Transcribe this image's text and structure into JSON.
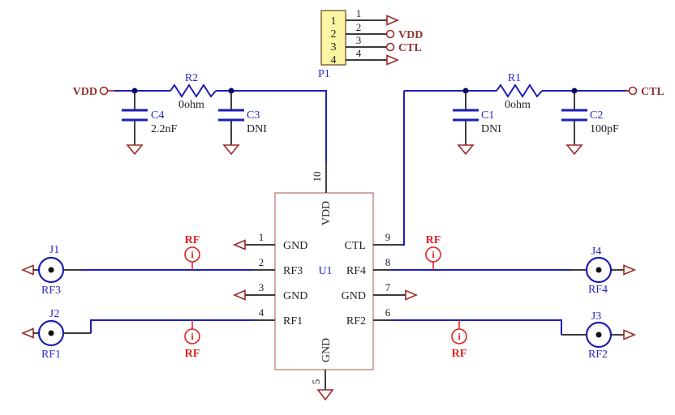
{
  "colors": {
    "wire_blue": "#1e1eb4",
    "label_blue": "#2828c8",
    "junction_navy": "#000078",
    "dark_red": "#8f3333",
    "symbol_red": "#9c2b2b",
    "bright_red": "#e11e1e",
    "ic_border": "#b97c7c",
    "p1_fill": "#fbf6a4",
    "p1_border": "#7c5a32",
    "black": "#1f1f1f"
  },
  "p1": {
    "ref": "P1",
    "vdd": "VDD",
    "ctl": "CTL",
    "rows": [
      {
        "pin": "1",
        "wire": "1"
      },
      {
        "pin": "2",
        "wire": "2"
      },
      {
        "pin": "3",
        "wire": "3"
      },
      {
        "pin": "4",
        "wire": "4"
      }
    ]
  },
  "vdd_rail": {
    "port": "VDD",
    "c4_ref": "C4",
    "c4_val": "2.2nF",
    "r2_ref": "R2",
    "r2_val": "0ohm",
    "c3_ref": "C3",
    "c3_val": "DNI"
  },
  "ctl_rail": {
    "port": "CTL",
    "c1_ref": "C1",
    "c1_val": "DNI",
    "r1_ref": "R1",
    "r1_val": "0ohm",
    "c2_ref": "C2",
    "c2_val": "100pF"
  },
  "u1": {
    "ref": "U1",
    "top_pin": {
      "num": "10",
      "name": "VDD"
    },
    "bottom_pin": {
      "num": "5",
      "name": "GND"
    },
    "left_pins": [
      {
        "num": "1",
        "name": "GND"
      },
      {
        "num": "2",
        "name": "RF3"
      },
      {
        "num": "3",
        "name": "GND"
      },
      {
        "num": "4",
        "name": "RF1"
      }
    ],
    "right_pins": [
      {
        "num": "9",
        "name": "CTL"
      },
      {
        "num": "8",
        "name": "RF4"
      },
      {
        "num": "7",
        "name": "GND"
      },
      {
        "num": "6",
        "name": "RF2"
      }
    ]
  },
  "jacks": {
    "j1": {
      "ref": "J1",
      "net": "RF3"
    },
    "j2": {
      "ref": "J2",
      "net": "RF1"
    },
    "j3": {
      "ref": "J3",
      "net": "RF2"
    },
    "j4": {
      "ref": "J4",
      "net": "RF4"
    }
  },
  "testpoints": [
    {
      "label": "RF",
      "glyph": "i"
    },
    {
      "label": "RF",
      "glyph": "i"
    },
    {
      "label": "RF",
      "glyph": "i"
    },
    {
      "label": "RF",
      "glyph": "i"
    }
  ]
}
